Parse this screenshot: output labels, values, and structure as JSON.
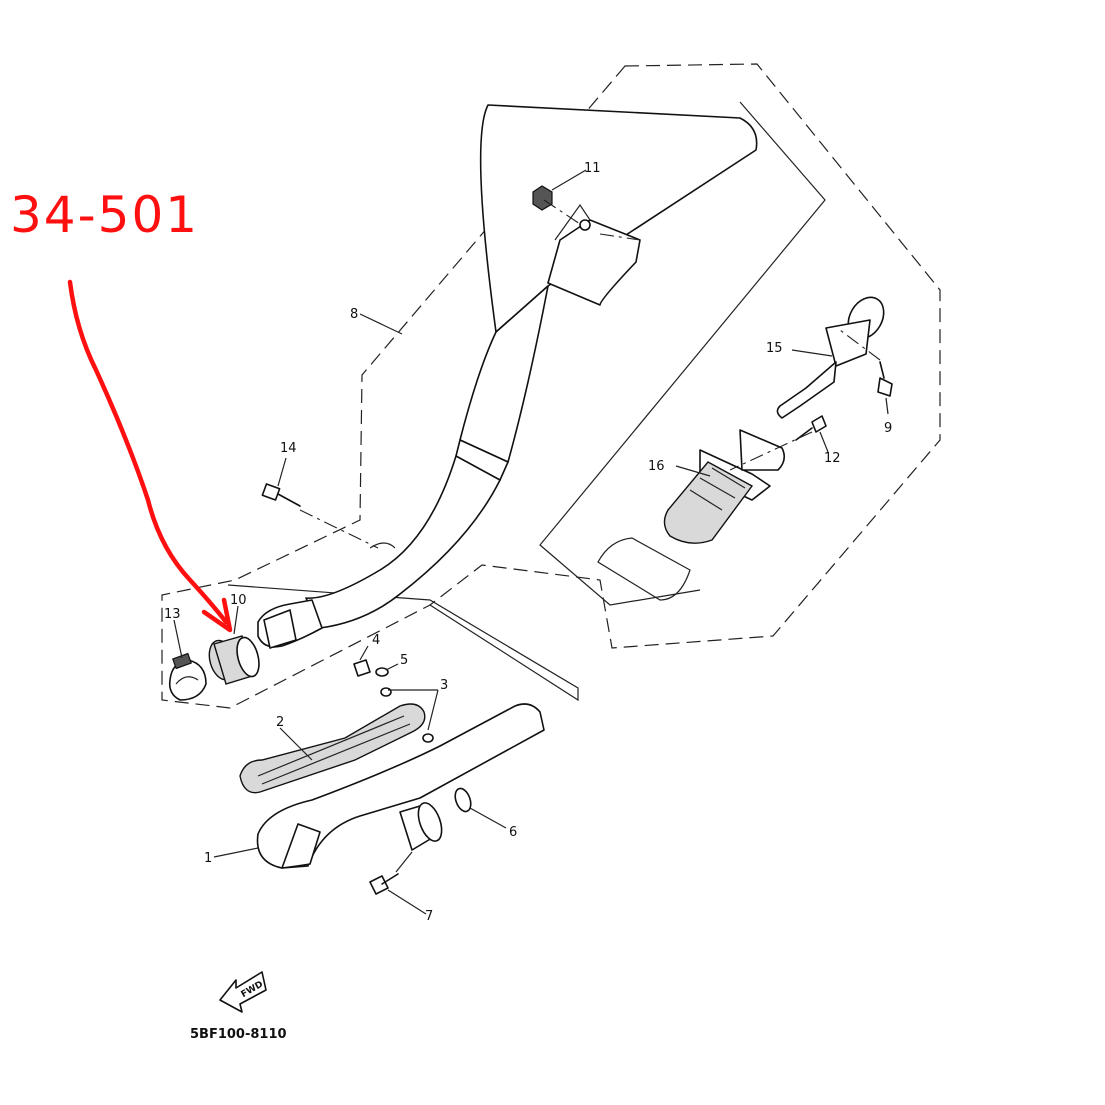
{
  "annotation": {
    "text": "34-501",
    "color": "#ff1010"
  },
  "diagram_code": "5BF100-8110",
  "fwd_label": "FWD",
  "callouts": {
    "p1": "1",
    "p2": "2",
    "p3": "3",
    "p4": "4",
    "p5": "5",
    "p6": "6",
    "p7": "7",
    "p8": "8",
    "p9": "9",
    "p10": "10",
    "p11": "11",
    "p12": "12",
    "p13": "13",
    "p14": "14",
    "p15": "15",
    "p16": "16"
  }
}
